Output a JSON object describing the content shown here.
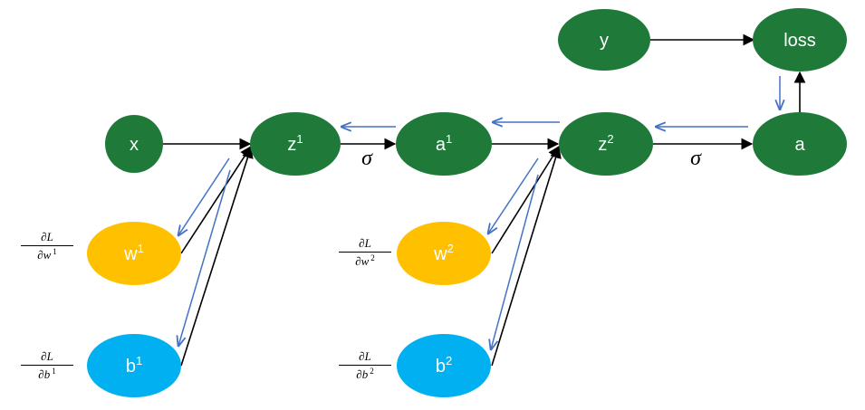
{
  "nodes": {
    "x": {
      "text": "x",
      "sup": "",
      "color": "#1f7a3a"
    },
    "z1": {
      "text": "z",
      "sup": "1",
      "color": "#1f7a3a"
    },
    "a1": {
      "text": "a",
      "sup": "1",
      "color": "#1f7a3a"
    },
    "z2": {
      "text": "z",
      "sup": "2",
      "color": "#1f7a3a"
    },
    "a": {
      "text": "a",
      "sup": "",
      "color": "#1f7a3a"
    },
    "y": {
      "text": "y",
      "sup": "",
      "color": "#1f7a3a"
    },
    "loss": {
      "text": "loss",
      "sup": "",
      "color": "#1f7a3a"
    },
    "w1": {
      "text": "w",
      "sup": "1",
      "color": "#ffc000"
    },
    "b1": {
      "text": "b",
      "sup": "1",
      "color": "#00b0f0"
    },
    "w2": {
      "text": "w",
      "sup": "2",
      "color": "#ffc000"
    },
    "b2": {
      "text": "b",
      "sup": "2",
      "color": "#00b0f0"
    }
  },
  "activation_symbol": "σ",
  "gradients": {
    "dw1": {
      "num": "∂L",
      "den": "∂w",
      "sup": "1"
    },
    "db1": {
      "num": "∂L",
      "den": "∂b",
      "sup": "1"
    },
    "dw2": {
      "num": "∂L",
      "den": "∂w",
      "sup": "2"
    },
    "db2": {
      "num": "∂L",
      "den": "∂b",
      "sup": "2"
    }
  },
  "colors": {
    "forward_arrow": "#000000",
    "backward_arrow": "#4472c4"
  }
}
